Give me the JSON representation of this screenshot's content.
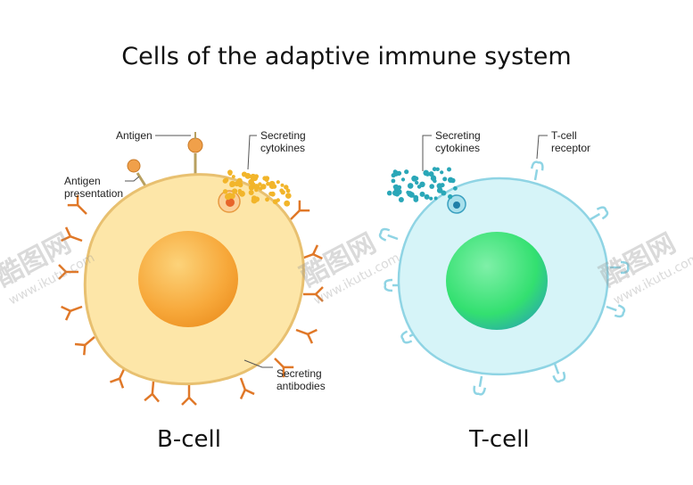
{
  "title": "Cells of the adaptive immune system",
  "b_cell": {
    "name": "B-cell",
    "labels": {
      "antigen": "Antigen",
      "antigen_presentation_line1": "Antigen",
      "antigen_presentation_line2": "presentation",
      "cytokines_line1": "Secreting",
      "cytokines_line2": "cytokines",
      "antibodies_line1": "Secreting",
      "antibodies_line2": "antibodies"
    }
  },
  "t_cell": {
    "name": "T-cell",
    "labels": {
      "cytokines_line1": "Secreting",
      "cytokines_line2": "cytokines",
      "receptor_line1": "T-cell",
      "receptor_line2": "receptor"
    }
  },
  "watermark": {
    "brand": "酷图网",
    "url": "www.ikutu.com"
  },
  "colors": {
    "b_cell_body": "#fde6a8",
    "b_cell_membrane": "#e8c070",
    "b_cell_nucleus": "#f7a83a",
    "antibody": "#e07828",
    "t_cell_body": "#d6f4f8",
    "t_cell_membrane": "#8fd4e4",
    "t_cell_nucleus": "#33e070",
    "b_cytokine": "#f2b52a",
    "t_cytokine": "#2aa7b8"
  }
}
